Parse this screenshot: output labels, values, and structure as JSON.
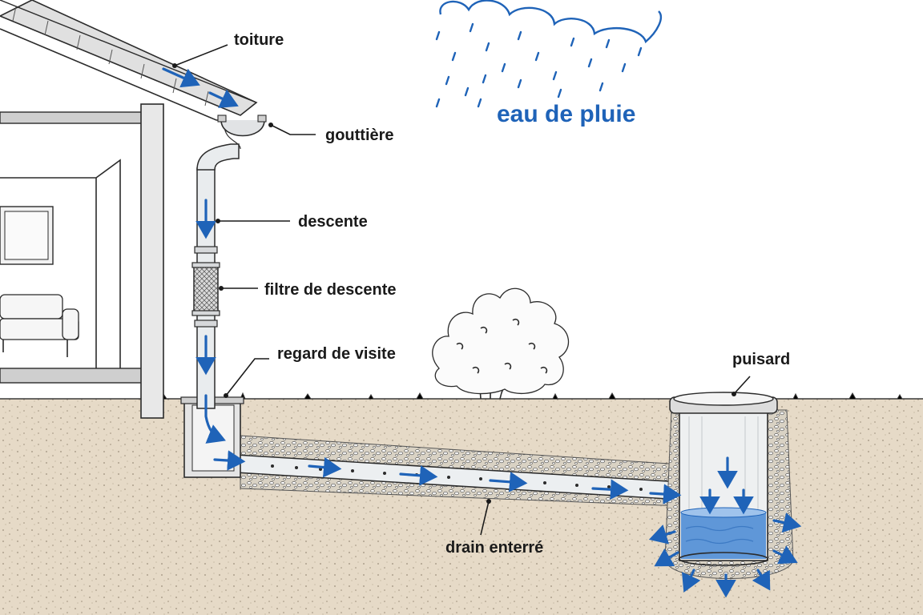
{
  "colors": {
    "water": "#1f63b8",
    "soil": "#e6dac7",
    "gravel": "#cfc8bb",
    "pipe": "#e9ecee",
    "ink": "#2b2b2b"
  },
  "labels": {
    "rain": "eau de pluie",
    "roof": "toiture",
    "gutter": "gouttière",
    "downspout": "descente",
    "downspout_filter": "filtre de descente",
    "inspection_chamber": "regard de visite",
    "soakaway": "puisard",
    "buried_drain": "drain enterré"
  },
  "icons": {
    "cloud": "rain-cloud-icon",
    "shrub": "shrub-icon",
    "sofa": "sofa-icon"
  }
}
